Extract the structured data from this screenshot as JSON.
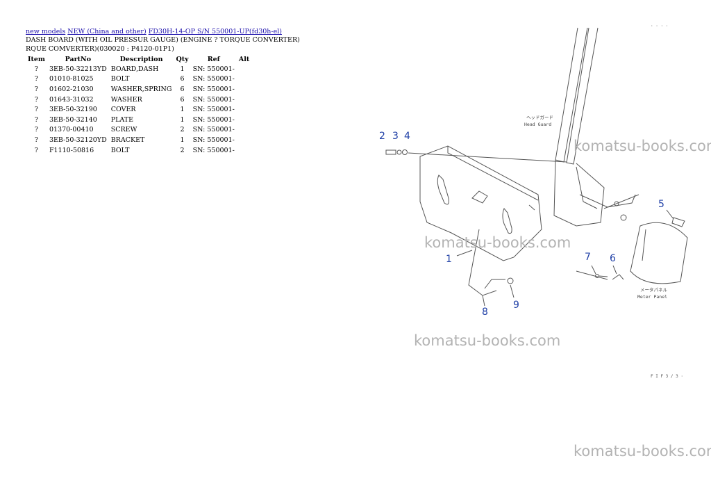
{
  "breadcrumb": {
    "links": [
      "new models",
      "NEW (China and other)",
      "FD30H-14-OP S/N 550001-UP(fd30h-el)"
    ]
  },
  "title": "DASH BOARD (WITH OIL PRESSUR GAUGE) (ENGINE ? TORQUE CONVERTER) RQUE COMVERTER)(030020 : P4120-01P1)",
  "table": {
    "headers": [
      "Item",
      "PartNo",
      "Description",
      "Qty",
      "Ref",
      "Alt"
    ],
    "rows": [
      {
        "item": "?",
        "part": "3EB-50-32213YD",
        "desc": "BOARD,DASH",
        "qty": "1",
        "ref": "SN: 550001-",
        "alt": ""
      },
      {
        "item": "?",
        "part": "01010-81025",
        "desc": "BOLT",
        "qty": "6",
        "ref": "SN: 550001-",
        "alt": ""
      },
      {
        "item": "?",
        "part": "01602-21030",
        "desc": "WASHER,SPRING",
        "qty": "6",
        "ref": "SN: 550001-",
        "alt": ""
      },
      {
        "item": "?",
        "part": "01643-31032",
        "desc": "WASHER",
        "qty": "6",
        "ref": "SN: 550001-",
        "alt": ""
      },
      {
        "item": "?",
        "part": "3EB-50-32190",
        "desc": "COVER",
        "qty": "1",
        "ref": "SN: 550001-",
        "alt": ""
      },
      {
        "item": "?",
        "part": "3EB-50-32140",
        "desc": "PLATE",
        "qty": "1",
        "ref": "SN: 550001-",
        "alt": ""
      },
      {
        "item": "?",
        "part": "01370-00410",
        "desc": "SCREW",
        "qty": "2",
        "ref": "SN: 550001-",
        "alt": ""
      },
      {
        "item": "?",
        "part": "3EB-50-32120YD",
        "desc": "BRACKET",
        "qty": "1",
        "ref": "SN: 550001-",
        "alt": ""
      },
      {
        "item": "?",
        "part": "F1110-50816",
        "desc": "BOLT",
        "qty": "2",
        "ref": "SN: 550001-",
        "alt": ""
      }
    ]
  },
  "watermark": "komatsu-books.com",
  "diagram": {
    "callouts": [
      "1",
      "2",
      "3",
      "4",
      "5",
      "6",
      "7",
      "8",
      "9"
    ],
    "labels": {
      "head_guard_jp": "ヘッドガード",
      "head_guard_en": "Head Guard",
      "meter_panel_jp": "メータパネル",
      "meter_panel_en": "Meter Panel",
      "corner_code": "· · · ·",
      "footer_code": "F I F 3 / 3 ·"
    }
  }
}
